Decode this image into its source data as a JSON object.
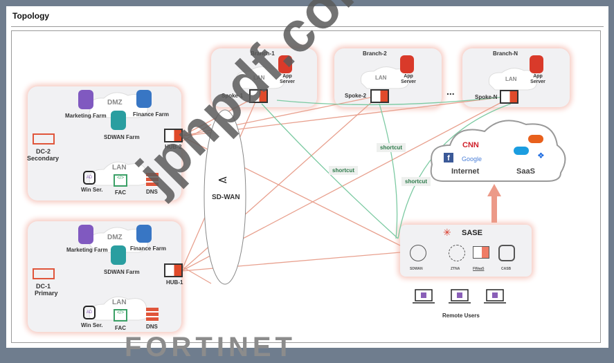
{
  "title": "Topology",
  "dc2": {
    "name": "DC-2",
    "sub": "Secondary",
    "dmz": "DMZ",
    "marketing": "Marketing Farm",
    "finance": "Finance Farm",
    "sdwan": "SDWAN Farm",
    "hub": "HUB-2",
    "lan": "LAN",
    "win": "Win Ser.",
    "fac": "FAC",
    "dns": "DNS",
    "ad": "AD"
  },
  "dc1": {
    "name": "DC-1",
    "sub": "Primary",
    "dmz": "DMZ",
    "marketing": "Marketing Farm",
    "finance": "Finance Farm",
    "sdwan": "SDWAN Farm",
    "hub": "HUB-1",
    "lan": "LAN",
    "win": "Win Ser.",
    "fac": "FAC",
    "dns": "DNS",
    "ad": "AD"
  },
  "sdwan_label": "SD-WAN",
  "branches": [
    {
      "name": "Branch-1",
      "lan": "LAN",
      "server": "App Server",
      "spoke": "Spoke-1"
    },
    {
      "name": "Branch-2",
      "lan": "LAN",
      "server": "App Server",
      "spoke": "Spoke-2"
    },
    {
      "name": "Branch-N",
      "lan": "LAN",
      "server": "App Server",
      "spoke": "Spoke-N"
    }
  ],
  "ellipsis": "...",
  "shortcuts": [
    "shortcut",
    "shortcut",
    "shortcut"
  ],
  "cloud": {
    "internet": "Internet",
    "saas": "SaaS",
    "cnn": "CNN",
    "google": "Google",
    "facebook": "f"
  },
  "sase": {
    "title": "SASE",
    "items": [
      "SDWAN",
      "ZTNA",
      "FWaaS",
      "CASB"
    ]
  },
  "remote_users": "Remote Users",
  "logo": "FORTINET",
  "watermark": "jpnpdf.com",
  "colors": {
    "orange": "#e8836a",
    "green": "#6cc39a",
    "fortinet_red": "#e04a2a"
  }
}
